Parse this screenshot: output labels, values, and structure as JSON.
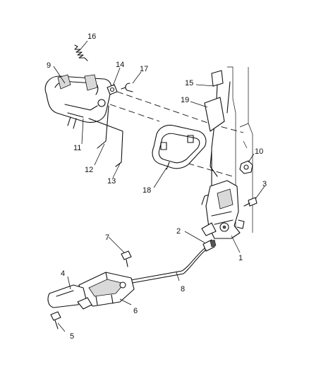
{
  "callouts": [
    {
      "id": "c1",
      "text": "1"
    },
    {
      "id": "c2",
      "text": "2"
    },
    {
      "id": "c3",
      "text": "3"
    },
    {
      "id": "c4",
      "text": "4"
    },
    {
      "id": "c5",
      "text": "5"
    },
    {
      "id": "c6",
      "text": "6"
    },
    {
      "id": "c7",
      "text": "7"
    },
    {
      "id": "c8",
      "text": "8"
    },
    {
      "id": "c9",
      "text": "9"
    },
    {
      "id": "c10",
      "text": "10"
    },
    {
      "id": "c11",
      "text": "11"
    },
    {
      "id": "c12",
      "text": "12"
    },
    {
      "id": "c13",
      "text": "13"
    },
    {
      "id": "c14",
      "text": "14"
    },
    {
      "id": "c15",
      "text": "15"
    },
    {
      "id": "c16",
      "text": "16"
    },
    {
      "id": "c17",
      "text": "17"
    },
    {
      "id": "c18",
      "text": "18"
    },
    {
      "id": "c19",
      "text": "19"
    }
  ]
}
